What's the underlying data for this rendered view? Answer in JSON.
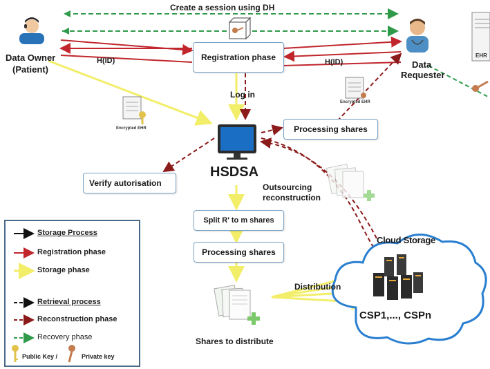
{
  "title_flow": "Create a session using DH",
  "actors": {
    "owner": "Data Owner",
    "owner_sub": "(Patient)",
    "requester": "Data",
    "requester_sub": "Requester"
  },
  "hid_left": "H(ID)",
  "hid_right": "H(ID)",
  "boxes": {
    "registration": "Registration phase",
    "processing_top": "Processing shares",
    "verify": "Verify  autorisation",
    "split": "Split R' to m shares",
    "processing_mid": "Processing shares"
  },
  "labels": {
    "login": "Log in",
    "hsdsa": "HSDSA",
    "outsourcing": "Outsourcing",
    "reconstruction": "reconstruction",
    "cloud_title": "Cloud Storage",
    "csp": "CSP1,..., CSPn",
    "distribution": "Distribution",
    "shares_distribute": "Shares to distribute",
    "encrypted_ehr_left": "Encrypted EHR",
    "encrypted_ehr_right": "Encrypted EHR",
    "ehr": "EHR"
  },
  "legend": {
    "storage_process": "Storage Process",
    "registration_phase": "Registration phase",
    "storage_phase": "Storage phase",
    "retrieval_process": "Retrieval process",
    "reconstruction_phase": "Reconstruction phase",
    "recovery_phase": "Recovery phase",
    "public_key": "Public Key /",
    "private_key": "Private key"
  },
  "colors": {
    "registration": "#c0262c",
    "storage": "#f2ee6a",
    "reconstruction": "#8b1a1a",
    "recovery": "#2e9a4a",
    "box_border": "#7aa3c7"
  }
}
